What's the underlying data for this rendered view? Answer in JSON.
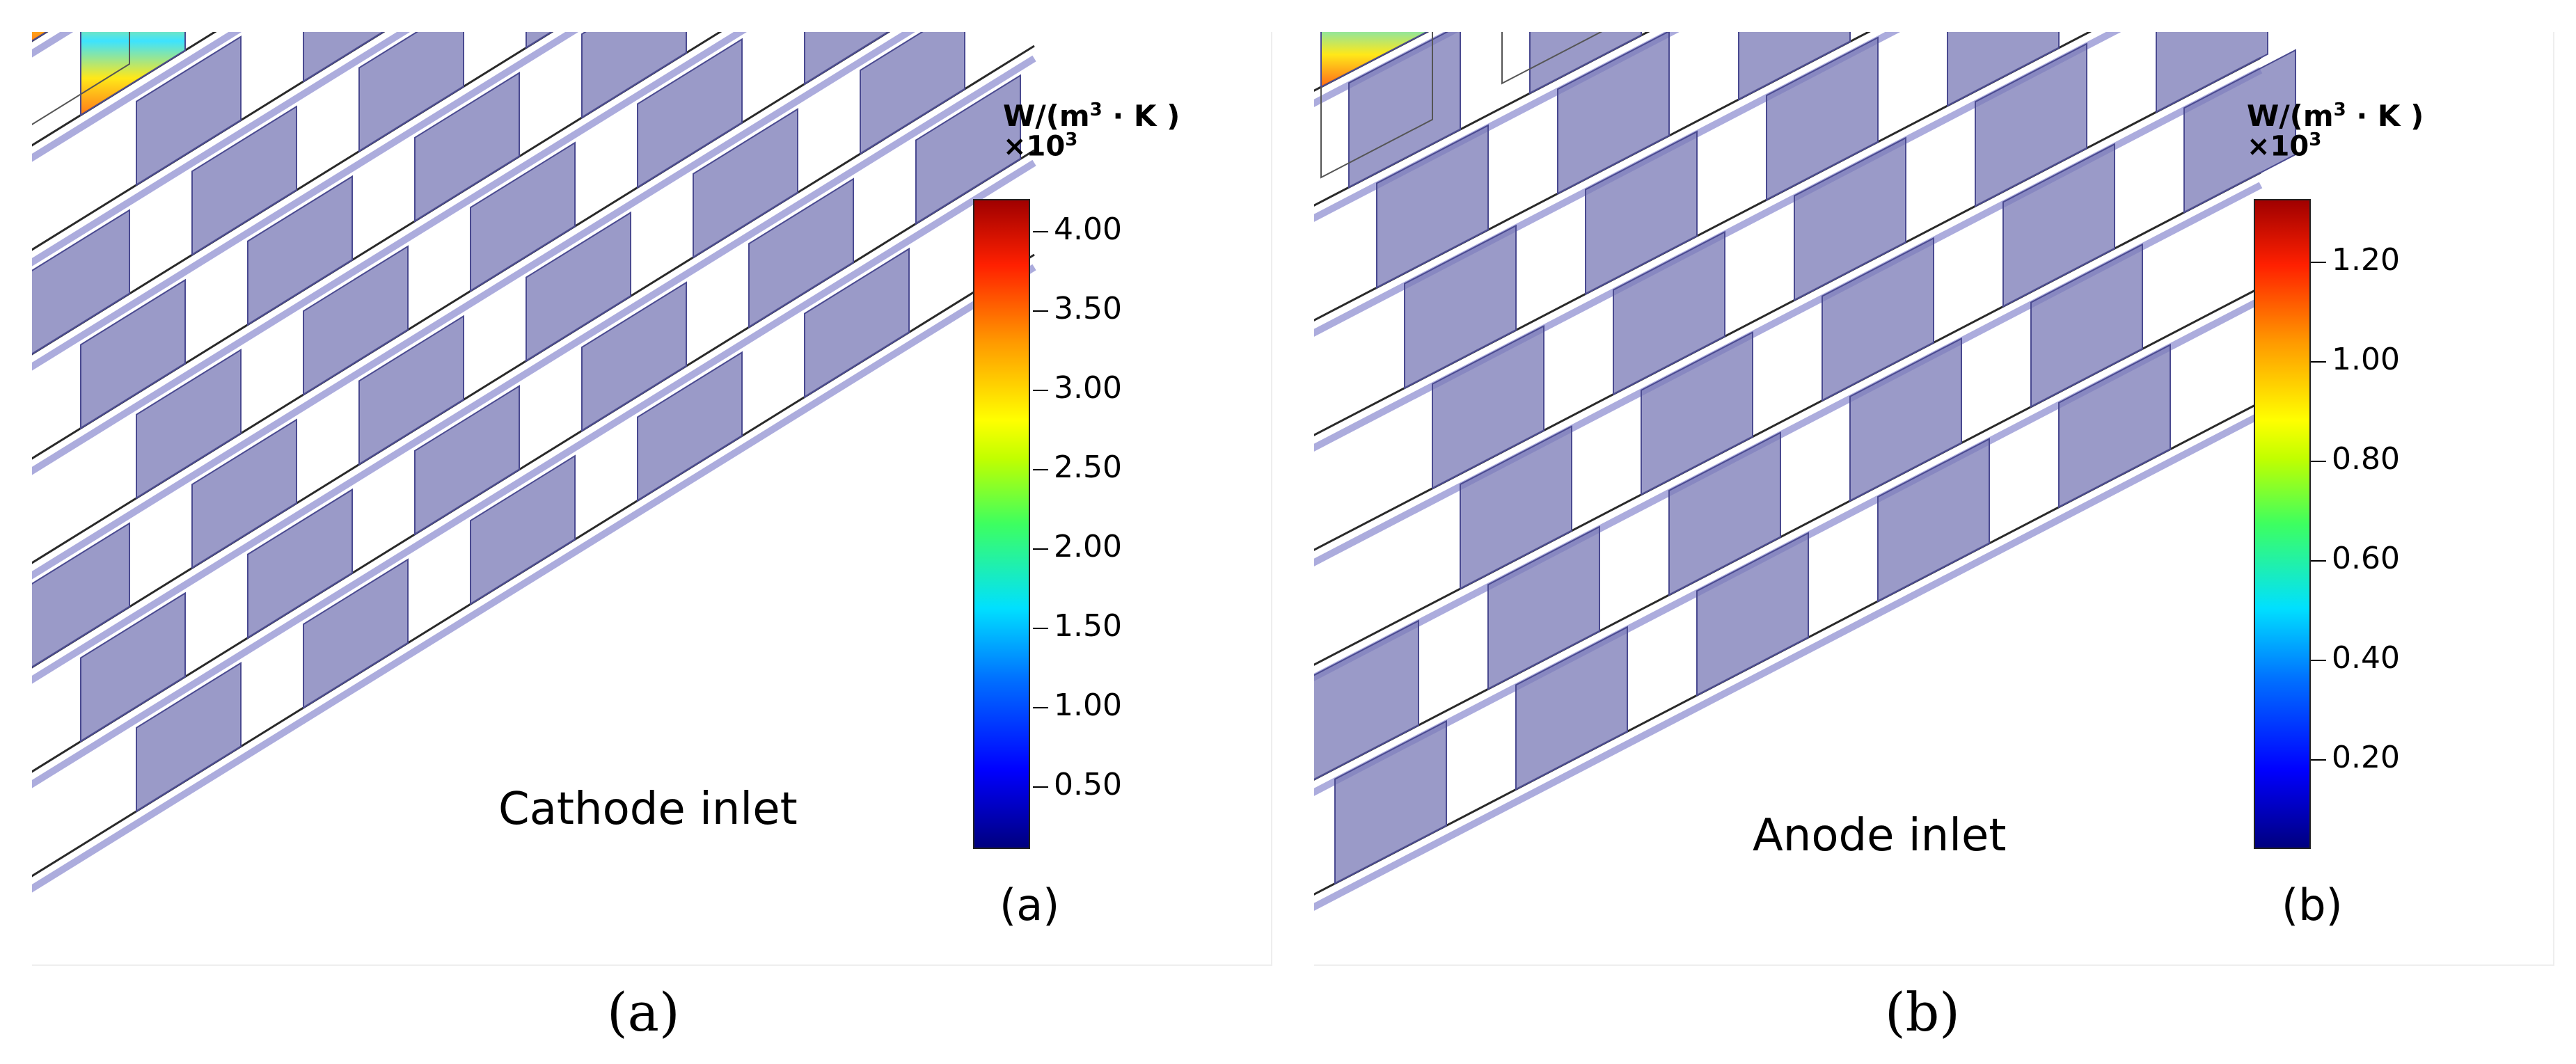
{
  "panels": [
    {
      "units_prefix": "W/(m",
      "units_exp": "3",
      "units_suffix": " · K )",
      "scale_prefix": "×10",
      "scale_exp": "3",
      "ticks": [
        "4.00",
        "3.50",
        "3.00",
        "2.50",
        "2.00",
        "1.50",
        "1.00",
        "0.50"
      ],
      "inlet_label": "Cathode inlet",
      "inner_letter": "(a)",
      "caption": "(a)"
    },
    {
      "units_prefix": "W/(m",
      "units_exp": "3",
      "units_suffix": " · K )",
      "scale_prefix": "×10",
      "scale_exp": "3",
      "ticks": [
        "1.20",
        "1.00",
        "0.80",
        "0.60",
        "0.40",
        "0.20"
      ],
      "inlet_label": "Anode inlet",
      "inner_letter": "(b)",
      "caption": "(b)"
    }
  ],
  "colors": {
    "fin_fill": "#7d7db8",
    "frame_stroke": "#2a2a2a",
    "hot": "#ff2a10",
    "warm": "#ffe600",
    "cool": "#28e0ff"
  }
}
